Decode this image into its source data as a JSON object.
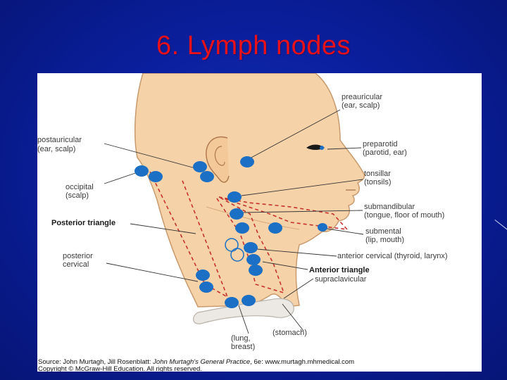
{
  "slide": {
    "title": "6.  Lymph nodes"
  },
  "diagram": {
    "labels": {
      "preauricular_1": "preauricular",
      "preauricular_2": "(ear, scalp)",
      "postauricular_1": "postauricular",
      "postauricular_2": "(ear, scalp)",
      "preparotid_1": "preparotid",
      "preparotid_2": "(parotid, ear)",
      "occipital_1": "occipital",
      "occipital_2": "(scalp)",
      "tonsillar_1": "tonsillar",
      "tonsillar_2": "(tonsils)",
      "submandibular_1": "submandibular",
      "submandibular_2": "(tongue, floor of mouth)",
      "posterior_triangle": "Posterior triangle",
      "submental_1": "submental",
      "submental_2": "(lip, mouth)",
      "anterior_cervical": "anterior cervical (thyroid, larynx)",
      "posterior_cervical_1": "posterior",
      "posterior_cervical_2": "cervical",
      "anterior_triangle": "Anterior triangle",
      "supraclavicular": "supraclavicular",
      "stomach": "(stomach)",
      "lung_1": "(lung,",
      "lung_2": "breast)"
    },
    "source": {
      "prefix": "Source: John Murtagh, Jill Rosenblatt: ",
      "book": "John Murtagh's General Practice",
      "suffix": ", 6e: www.murtagh.mhmedical.com",
      "copyright": "Copyright © McGraw-Hill Education. All rights reserved."
    },
    "colors": {
      "skin": "#f5d2a8",
      "skin_outline": "#c89a6e",
      "node": "#1b6fc4",
      "triangle_dash": "#c8322e",
      "clavicle": "#ece9e4"
    }
  }
}
